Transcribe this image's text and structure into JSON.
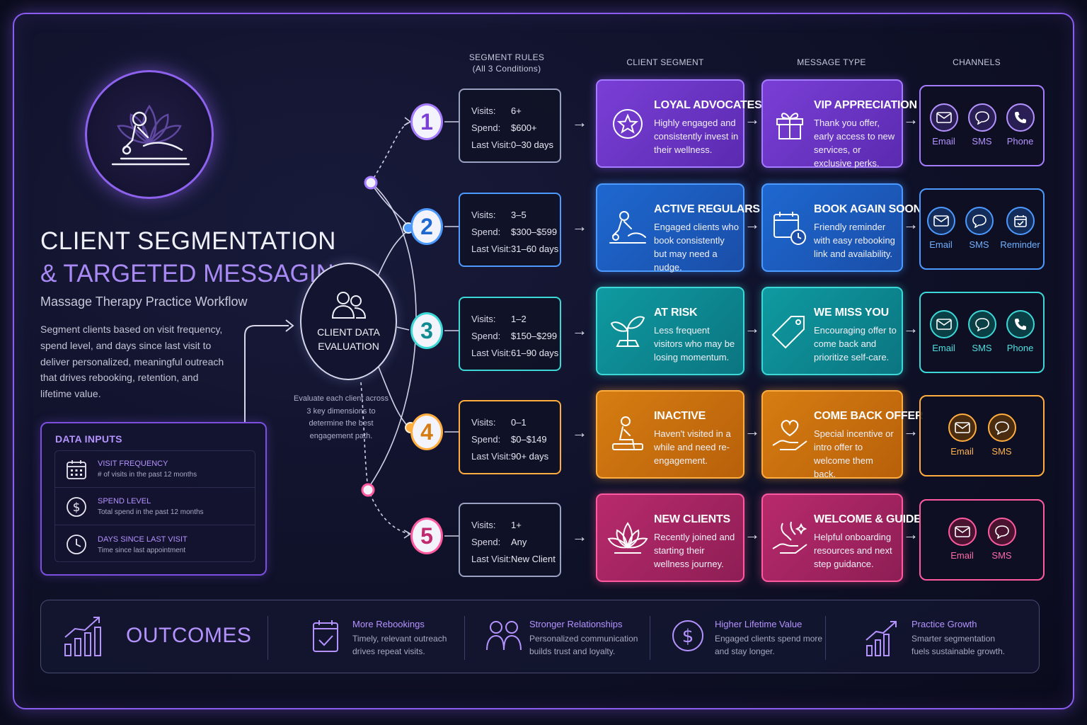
{
  "header": {
    "title_line1": "CLIENT SEGMENTATION",
    "title_line2": "& TARGETED MESSAGING",
    "subtitle": "Massage Therapy Practice Workflow",
    "description": "Segment clients based on visit frequency, spend level, and days since last visit to deliver personalized, meaningful outreach that drives rebooking, retention, and lifetime value."
  },
  "data_inputs": {
    "title": "DATA INPUTS",
    "items": [
      {
        "label": "VISIT FREQUENCY",
        "sub": "# of visits in the past 12 months",
        "icon": "calendar-icon"
      },
      {
        "label": "SPEND LEVEL",
        "sub": "Total spend in the past 12 months",
        "icon": "dollar-icon"
      },
      {
        "label": "DAYS SINCE LAST VISIT",
        "sub": "Time since last appointment",
        "icon": "clock-icon"
      }
    ]
  },
  "center": {
    "line1": "CLIENT DATA",
    "line2": "EVALUATION",
    "caption": "Evaluate each client across 3 key dimensions to determine the best engagement path."
  },
  "columns": {
    "rules_title": "SEGMENT RULES",
    "rules_sub": "(All 3 Conditions)",
    "segment": "CLIENT SEGMENT",
    "message": "MESSAGE TYPE",
    "channels": "CHANNELS"
  },
  "rule_keys": {
    "visits": "Visits:",
    "spend": "Spend:",
    "last": "Last Visit:"
  },
  "colors": {
    "purple": "#a57bff",
    "blue": "#4d9aff",
    "teal": "#3cd8d8",
    "orange": "#ffad3e",
    "pink": "#ff5aa0"
  },
  "segments": [
    {
      "number": "1",
      "rules": {
        "visits": "6+",
        "spend": "$600+",
        "last": "0–30 days"
      },
      "segment": {
        "title": "LOYAL ADVOCATES",
        "body": "Highly engaged and consistently invest in their wellness.",
        "icon": "star-badge-icon"
      },
      "message": {
        "title": "VIP APPRECIATION",
        "body": "Thank you offer, early access to new services, or exclusive perks.",
        "icon": "gift-icon"
      },
      "channels": [
        "Email",
        "SMS",
        "Phone"
      ]
    },
    {
      "number": "2",
      "rules": {
        "visits": "3–5",
        "spend": "$300–$599",
        "last": "31–60 days"
      },
      "segment": {
        "title": "ACTIVE REGULARS",
        "body": "Engaged clients who book consistently but may need a nudge.",
        "icon": "massage-icon"
      },
      "message": {
        "title": "BOOK AGAIN SOON",
        "body": "Friendly reminder with easy rebooking link and availability.",
        "icon": "calendar-clock-icon"
      },
      "channels": [
        "Email",
        "SMS",
        "Reminder"
      ]
    },
    {
      "number": "3",
      "rules": {
        "visits": "1–2",
        "spend": "$150–$299",
        "last": "61–90 days"
      },
      "segment": {
        "title": "AT RISK",
        "body": "Less frequent visitors who may be losing momentum.",
        "icon": "sprout-icon"
      },
      "message": {
        "title": "WE MISS YOU",
        "body": "Encouraging offer to come back and prioritize self-care.",
        "icon": "tag-icon"
      },
      "channels": [
        "Email",
        "SMS",
        "Phone"
      ]
    },
    {
      "number": "4",
      "rules": {
        "visits": "0–1",
        "spend": "$0–$149",
        "last": "90+ days"
      },
      "segment": {
        "title": "INACTIVE",
        "body": "Haven't visited in a while and need re-engagement.",
        "icon": "seated-person-icon"
      },
      "message": {
        "title": "COME BACK OFFER",
        "body": "Special incentive or intro offer to welcome them back.",
        "icon": "heart-hand-icon"
      },
      "channels": [
        "Email",
        "SMS"
      ]
    },
    {
      "number": "5",
      "rules": {
        "visits": "1+",
        "spend": "Any",
        "last": "New Client"
      },
      "segment": {
        "title": "NEW CLIENTS",
        "body": "Recently joined and starting their wellness journey.",
        "icon": "lotus-icon"
      },
      "message": {
        "title": "WELCOME & GUIDE",
        "body": "Helpful onboarding resources and next step guidance.",
        "icon": "hand-sparkle-icon"
      },
      "channels": [
        "Email",
        "SMS"
      ]
    }
  ],
  "outcomes": {
    "title": "OUTCOMES",
    "items": [
      {
        "title": "More Rebookings",
        "body_line1": "Timely, relevant outreach",
        "body_line2": "drives repeat visits."
      },
      {
        "title": "Stronger Relationships",
        "body_line1": "Personalized communication",
        "body_line2": "builds trust and loyalty."
      },
      {
        "title": "Higher Lifetime Value",
        "body_line1": "Engaged clients spend more",
        "body_line2": "and stay longer."
      },
      {
        "title": "Practice Growth",
        "body_line1": "Smarter segmentation",
        "body_line2": "fuels sustainable growth."
      }
    ]
  }
}
